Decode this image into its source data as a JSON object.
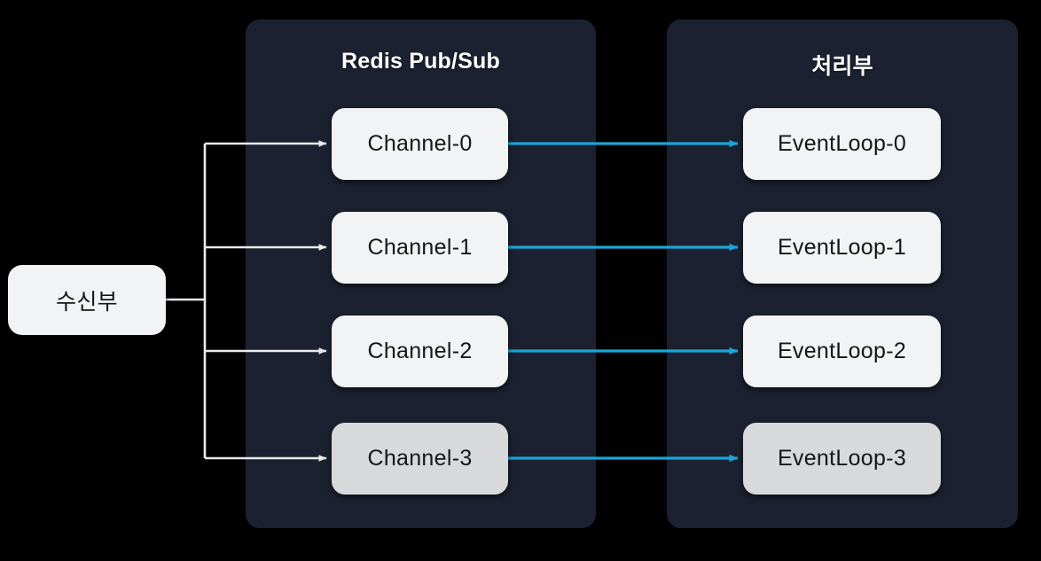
{
  "diagram": {
    "background_color": "#000000",
    "panel_color": "#1b2130",
    "node_color": "#f1f3f4",
    "node_color_dim": "#d8d9da",
    "fanout_line_color": "#e8eaec",
    "flow_line_color": "#19a6d8",
    "source": {
      "label": "수신부"
    },
    "panels": [
      {
        "id": "redis",
        "title": "Redis Pub/Sub",
        "nodes": [
          {
            "label": "Channel-0",
            "dim": false
          },
          {
            "label": "Channel-1",
            "dim": false
          },
          {
            "label": "Channel-2",
            "dim": false
          },
          {
            "label": "Channel-3",
            "dim": true
          }
        ]
      },
      {
        "id": "processor",
        "title": "처리부",
        "nodes": [
          {
            "label": "EventLoop-0",
            "dim": false
          },
          {
            "label": "EventLoop-1",
            "dim": false
          },
          {
            "label": "EventLoop-2",
            "dim": false
          },
          {
            "label": "EventLoop-3",
            "dim": true
          }
        ]
      }
    ],
    "edges": [
      {
        "from": "수신부",
        "to": "Channel-0",
        "style": "white-arrow"
      },
      {
        "from": "수신부",
        "to": "Channel-1",
        "style": "white-arrow"
      },
      {
        "from": "수신부",
        "to": "Channel-2",
        "style": "white-arrow"
      },
      {
        "from": "수신부",
        "to": "Channel-3",
        "style": "white-arrow"
      },
      {
        "from": "Channel-0",
        "to": "EventLoop-0",
        "style": "cyan-arrow"
      },
      {
        "from": "Channel-1",
        "to": "EventLoop-1",
        "style": "cyan-arrow"
      },
      {
        "from": "Channel-2",
        "to": "EventLoop-2",
        "style": "cyan-arrow"
      },
      {
        "from": "Channel-3",
        "to": "EventLoop-3",
        "style": "cyan-arrow"
      }
    ]
  }
}
